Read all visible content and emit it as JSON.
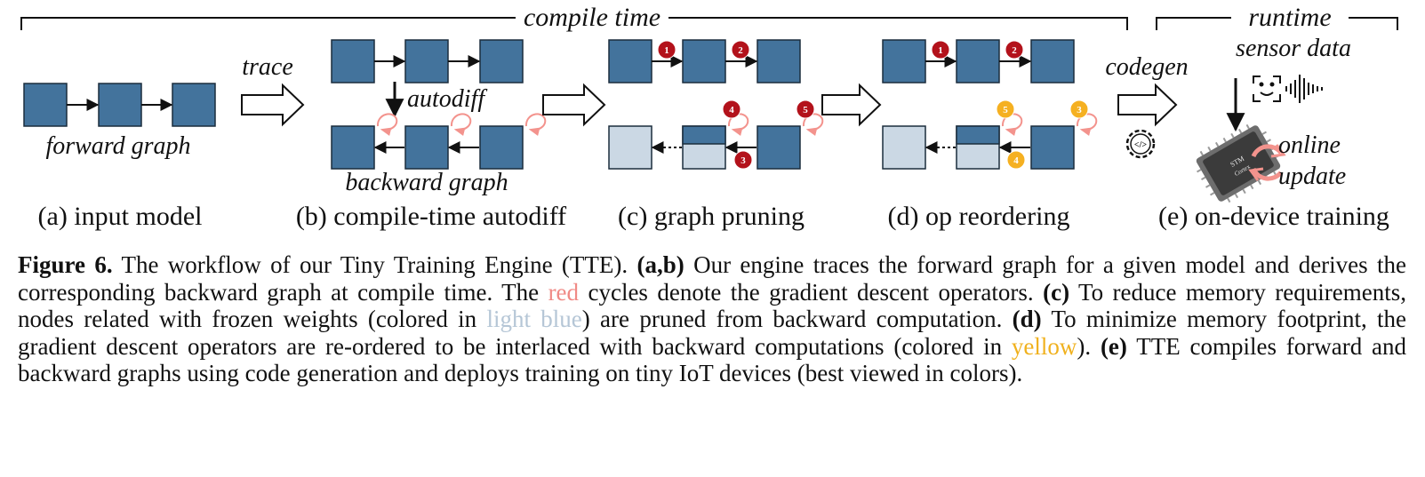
{
  "figure": {
    "brackets": {
      "compile": "compile time",
      "runtime": "runtime"
    },
    "panel_a": {
      "graph_label": "forward graph",
      "subcaption": "(a) input model"
    },
    "arrow_trace": "trace",
    "panel_b": {
      "autodiff": "autodiff",
      "graph_label": "backward graph",
      "subcaption": "(b) compile-time autodiff"
    },
    "panel_c": {
      "subcaption": "(c) graph pruning",
      "markers": [
        "1",
        "2",
        "3",
        "4",
        "5"
      ]
    },
    "panel_d": {
      "subcaption": "(d) op reordering",
      "markers": [
        "1",
        "2",
        "3",
        "4",
        "5"
      ]
    },
    "arrow_codegen": "codegen",
    "panel_e": {
      "sensor_data": "sensor data",
      "online": "online",
      "update": "update",
      "chip_lines": [
        "STM",
        "Cortex"
      ],
      "subcaption": "(e) on-device training"
    },
    "colors": {
      "node": "#43739c",
      "frozen": "#cbd8e4",
      "gradient_cycle": "#f3938d",
      "marker_red": "#b3121b",
      "marker_yellow": "#f5b021",
      "text_red": "#f08a86",
      "text_lightblue": "#b5c6d6",
      "text_yellow": "#f0b11e"
    },
    "icons": [
      "codegen-gear-icon",
      "face-scan-icon",
      "sound-wave-icon",
      "mcu-chip-icon",
      "refresh-cycle-icon"
    ]
  },
  "caption": {
    "label": "Figure 6.",
    "t1": " The workflow of our Tiny Training Engine (TTE). ",
    "ab": "(a,b)",
    "t2": " Our engine traces the forward graph for a given model and derives the corresponding backward graph at compile time. The ",
    "red": "red",
    "t3": " cycles denote the gradient descent operators. ",
    "c": "(c)",
    "t4": " To reduce memory requirements, nodes related with frozen weights (colored in ",
    "lightblue": "light blue",
    "t5": ") are pruned from backward computation. ",
    "d": "(d)",
    "t6": " To minimize memory footprint, the gradient descent operators are re-ordered to be interlaced with backward computations (colored in ",
    "yellow": "yellow",
    "t7": "). ",
    "e": "(e)",
    "t8": " TTE compiles forward and backward graphs using code generation and deploys training on tiny IoT devices (best viewed in colors)."
  }
}
